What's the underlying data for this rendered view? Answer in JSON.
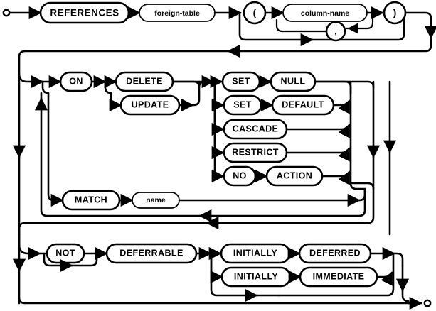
{
  "diagram": {
    "title": "REFERENCES clause railroad syntax diagram",
    "type": "railroad-syntax-diagram",
    "colors": {
      "line": "#000000",
      "box_fill": "#ffffff",
      "background": "#ffffff"
    },
    "start_marker": "circle-start",
    "end_marker": "circle-end",
    "nodes": {
      "references": {
        "label": "REFERENCES",
        "kind": "keyword"
      },
      "foreign_table": {
        "label": "foreign-table",
        "kind": "nonterminal"
      },
      "lparen": {
        "label": "(",
        "kind": "punctuation"
      },
      "column_name": {
        "label": "column-name",
        "kind": "nonterminal"
      },
      "comma": {
        "label": ",",
        "kind": "punctuation"
      },
      "rparen": {
        "label": ")",
        "kind": "punctuation"
      },
      "on": {
        "label": "ON",
        "kind": "keyword"
      },
      "delete": {
        "label": "DELETE",
        "kind": "keyword"
      },
      "update": {
        "label": "UPDATE",
        "kind": "keyword"
      },
      "set1": {
        "label": "SET",
        "kind": "keyword"
      },
      "null": {
        "label": "NULL",
        "kind": "keyword"
      },
      "set2": {
        "label": "SET",
        "kind": "keyword"
      },
      "default": {
        "label": "DEFAULT",
        "kind": "keyword"
      },
      "cascade": {
        "label": "CASCADE",
        "kind": "keyword"
      },
      "restrict": {
        "label": "RESTRICT",
        "kind": "keyword"
      },
      "no": {
        "label": "NO",
        "kind": "keyword"
      },
      "action": {
        "label": "ACTION",
        "kind": "keyword"
      },
      "match": {
        "label": "MATCH",
        "kind": "keyword"
      },
      "name": {
        "label": "name",
        "kind": "nonterminal"
      },
      "not": {
        "label": "NOT",
        "kind": "keyword"
      },
      "deferrable": {
        "label": "DEFERRABLE",
        "kind": "keyword"
      },
      "initially1": {
        "label": "INITIALLY",
        "kind": "keyword"
      },
      "deferred": {
        "label": "DEFERRED",
        "kind": "keyword"
      },
      "initially2": {
        "label": "INITIALLY",
        "kind": "keyword"
      },
      "immediate": {
        "label": "IMMEDIATE",
        "kind": "keyword"
      }
    }
  }
}
